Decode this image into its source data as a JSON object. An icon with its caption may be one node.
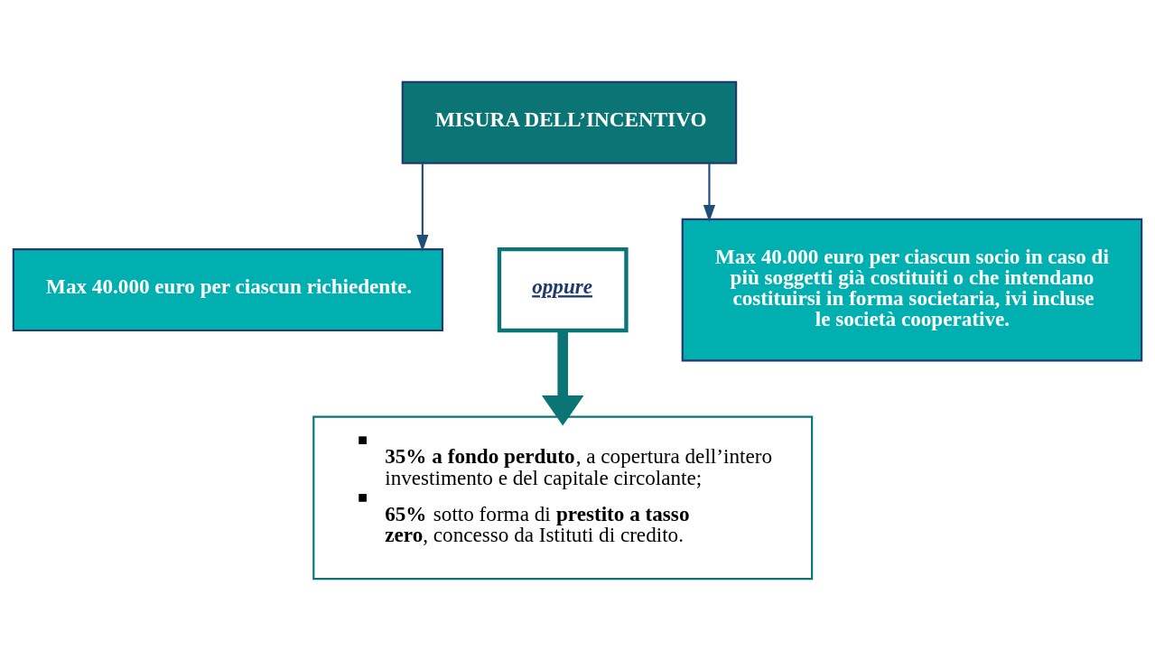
{
  "diagram": {
    "nodes": [
      {
        "text": [
          "MISURA DELL’INCENTIVO"
        ]
      },
      {
        "text": [
          "Max 40.000 euro per ciascun richiedente."
        ]
      },
      {
        "text": [
          "oppure"
        ]
      },
      {
        "text": [
          "Max 40.000 euro per ciascun socio in caso di più soggetti già costituiti o che intendano costituirsi in forma societaria, ivi incluse le società cooperative."
        ]
      },
      {
        "text": [
          "**35% a fondo perduto**, a copertura dell’intero investimento e del capitale circolante;",
          "**65%** sotto forma di **prestito a tasso zero**, concesso da Istituti di credito."
        ]
      }
    ],
    "edges": [
      {
        "from": 0,
        "to": 1,
        "arrow": "to"
      },
      {
        "from": 0,
        "to": 3,
        "arrow": "to"
      },
      {
        "from": 2,
        "to": 4,
        "arrow": "to",
        "style": "thick",
        "color": "#0a7574"
      }
    ]
  }
}
